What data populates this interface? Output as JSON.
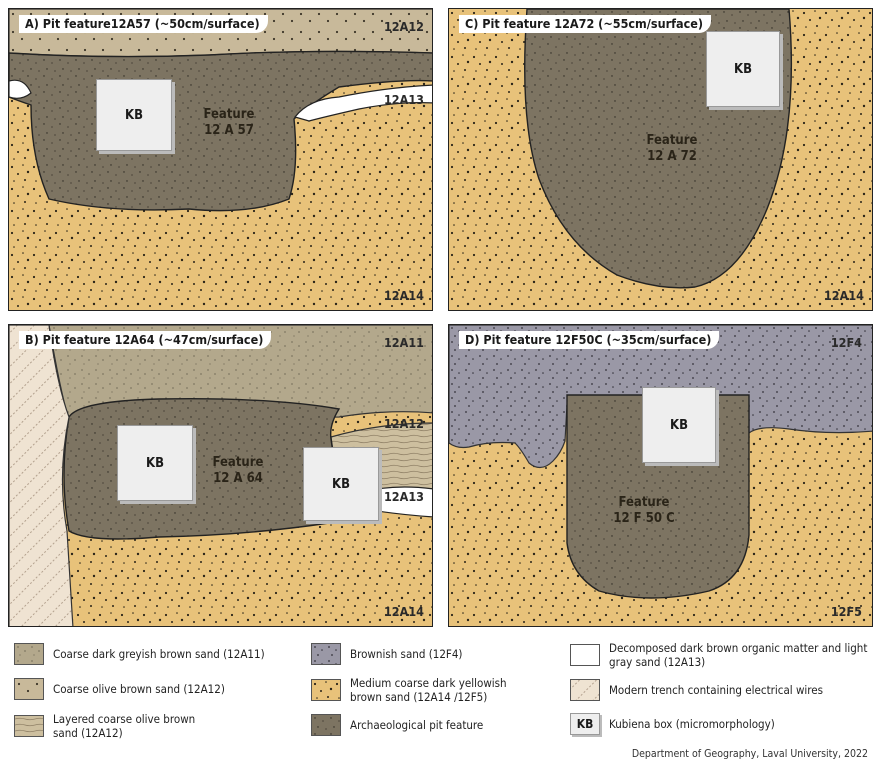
{
  "panels": {
    "a": {
      "title": "A) Pit feature12A57 (~50cm/surface)",
      "codes": [
        "12A12",
        "12A13",
        "12A14"
      ],
      "feature_label": "Feature\n12 A 57",
      "kb": "KB"
    },
    "b": {
      "title": "B) Pit feature 12A64 (~47cm/surface)",
      "codes": [
        "12A11",
        "12A12",
        "12A13",
        "12A14"
      ],
      "feature_label": "Feature\n12 A 64",
      "kb": [
        "KB",
        "KB"
      ]
    },
    "c": {
      "title": "C) Pit feature 12A72 (~55cm/surface)",
      "codes": [
        "12A14"
      ],
      "feature_label": "Feature\n12 A 72",
      "kb": "KB"
    },
    "d": {
      "title": "D) Pit feature 12F50C (~35cm/surface)",
      "codes": [
        "12F4",
        "12F5"
      ],
      "feature_label": "Feature\n12 F 50 C",
      "kb": "KB"
    }
  },
  "legend": [
    {
      "label": "Coarse dark greyish brown sand (12A11)",
      "swatch": "coarse-dark-greyish-brown",
      "color": "#b3a88c"
    },
    {
      "label": "Coarse olive brown sand (12A12)",
      "swatch": "coarse-olive-brown",
      "color": "#c8b99a"
    },
    {
      "label": "Layered coarse olive brown sand (12A12)",
      "swatch": "layered-olive-brown",
      "color": "#cdbf9f"
    },
    {
      "label": "Brownish sand (12F4)",
      "swatch": "brownish-sand",
      "color": "#9a98a6"
    },
    {
      "label": "Medium coarse dark yellowish brown sand (12A14 /12F5)",
      "swatch": "medium-yellowish-brown",
      "color": "#e8c27a"
    },
    {
      "label": "Archaeological pit feature",
      "swatch": "pit-feature",
      "color": "#7d7462"
    },
    {
      "label": "Decomposed dark brown organic matter and light gray sand (12A13)",
      "swatch": "organic-matter",
      "color": "#ffffff"
    },
    {
      "label": "Modern trench containing electrical wires",
      "swatch": "modern-trench",
      "color": "#efe3d2"
    },
    {
      "label": "Kubiena box (micromorphology)",
      "swatch": "kubiena-box",
      "color": "#eeeeee",
      "symbol": "KB"
    }
  ],
  "credit": "Department of Geography, Laval University, 2022"
}
